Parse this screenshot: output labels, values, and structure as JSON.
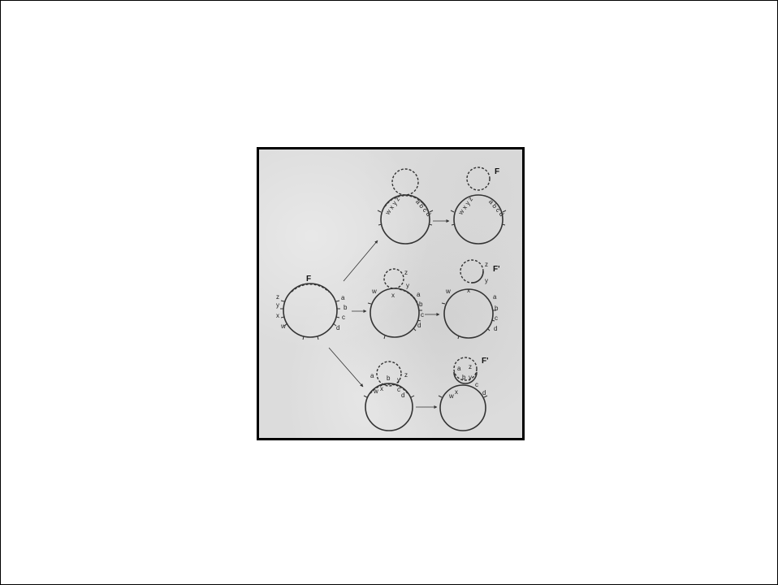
{
  "figure": {
    "labels": {
      "origin_F": "F",
      "origin_z": "z",
      "origin_y": "y",
      "origin_x": "x",
      "origin_w": "w",
      "origin_a": "a",
      "origin_b": "b",
      "origin_c": "c",
      "origin_d": "d",
      "top_mid_genes_left": "w x y z",
      "top_mid_genes_right": "a b c d",
      "top_right_F": "F",
      "top_right_genes_left": "w x y z",
      "top_right_genes_right": "a b c d",
      "mid_mid_z": "z",
      "mid_mid_y": "y",
      "mid_mid_w": "w",
      "mid_mid_x": "x",
      "mid_mid_a": "a",
      "mid_mid_b": "b",
      "mid_mid_c": "c",
      "mid_mid_d": "d",
      "mid_right_z": "z",
      "mid_right_y": "y",
      "mid_right_Fprime": "F'",
      "mid_right_w": "w",
      "mid_right_x": "x",
      "mid_right_a": "a",
      "mid_right_b": "b",
      "mid_right_c": "c",
      "mid_right_d": "d",
      "bot_mid_a": "a",
      "bot_mid_b": "b",
      "bot_mid_y": "y",
      "bot_mid_z": "z",
      "bot_mid_w": "w",
      "bot_mid_x": "x",
      "bot_mid_c": "c",
      "bot_mid_d": "d",
      "bot_right_Fprime": "F'",
      "bot_right_a": "a",
      "bot_right_z": "z",
      "bot_right_b": "b",
      "bot_right_y": "y",
      "bot_right_w": "w",
      "bot_right_x": "x",
      "bot_right_c": "c",
      "bot_right_d": "d"
    }
  }
}
